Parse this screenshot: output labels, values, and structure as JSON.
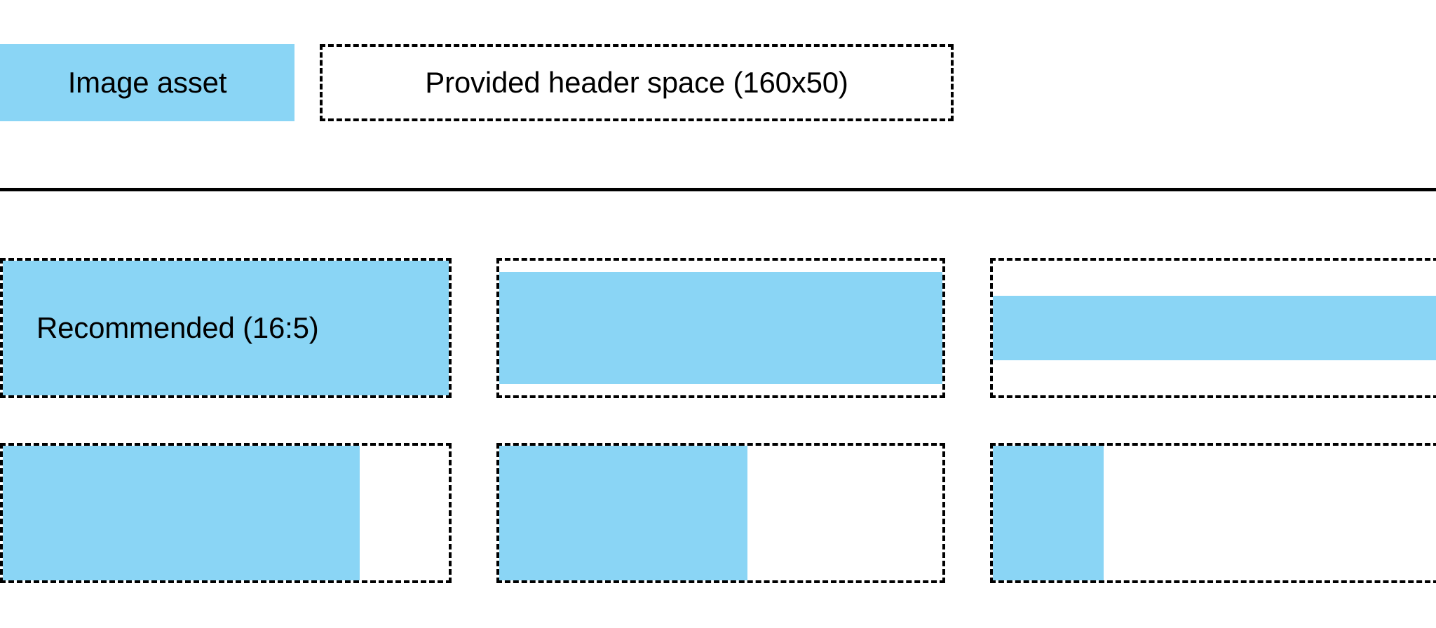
{
  "theme": {
    "accent_blue": "#8ad5f5",
    "stroke_black": "#000000",
    "background": "#ffffff"
  },
  "header": {
    "image_asset_label": "Image asset",
    "provided_space_label": "Provided header space (160x50)",
    "header_space_dimensions": "160x50",
    "swatch_color": "#8ad5f5"
  },
  "ratio_section": {
    "recommended_label": "Recommended (16:5)",
    "recommended_ratio": "16:5",
    "cards": [
      {
        "id": "card-row1-col1",
        "label": "Recommended (16:5)",
        "fill_mode": "full",
        "fill_width_pct": 100,
        "fill_height_pct": 100,
        "fill_align": "center"
      },
      {
        "id": "card-row1-col2",
        "label": "",
        "fill_mode": "width-full-height-inset",
        "fill_width_pct": 100,
        "fill_height_pct": 84,
        "fill_align": "center"
      },
      {
        "id": "card-row1-col3",
        "label": "",
        "fill_mode": "width-full-height-band",
        "fill_width_pct": 100,
        "fill_height_pct": 48,
        "fill_align": "center"
      },
      {
        "id": "card-row2-col1",
        "label": "",
        "fill_mode": "height-full-width-partial",
        "fill_width_pct": 80,
        "fill_height_pct": 100,
        "fill_align": "left"
      },
      {
        "id": "card-row2-col2",
        "label": "",
        "fill_mode": "height-full-width-partial",
        "fill_width_pct": 56,
        "fill_height_pct": 100,
        "fill_align": "left"
      },
      {
        "id": "card-row2-col3",
        "label": "",
        "fill_mode": "height-full-width-partial",
        "fill_width_pct": 25,
        "fill_height_pct": 100,
        "fill_align": "left"
      }
    ]
  }
}
